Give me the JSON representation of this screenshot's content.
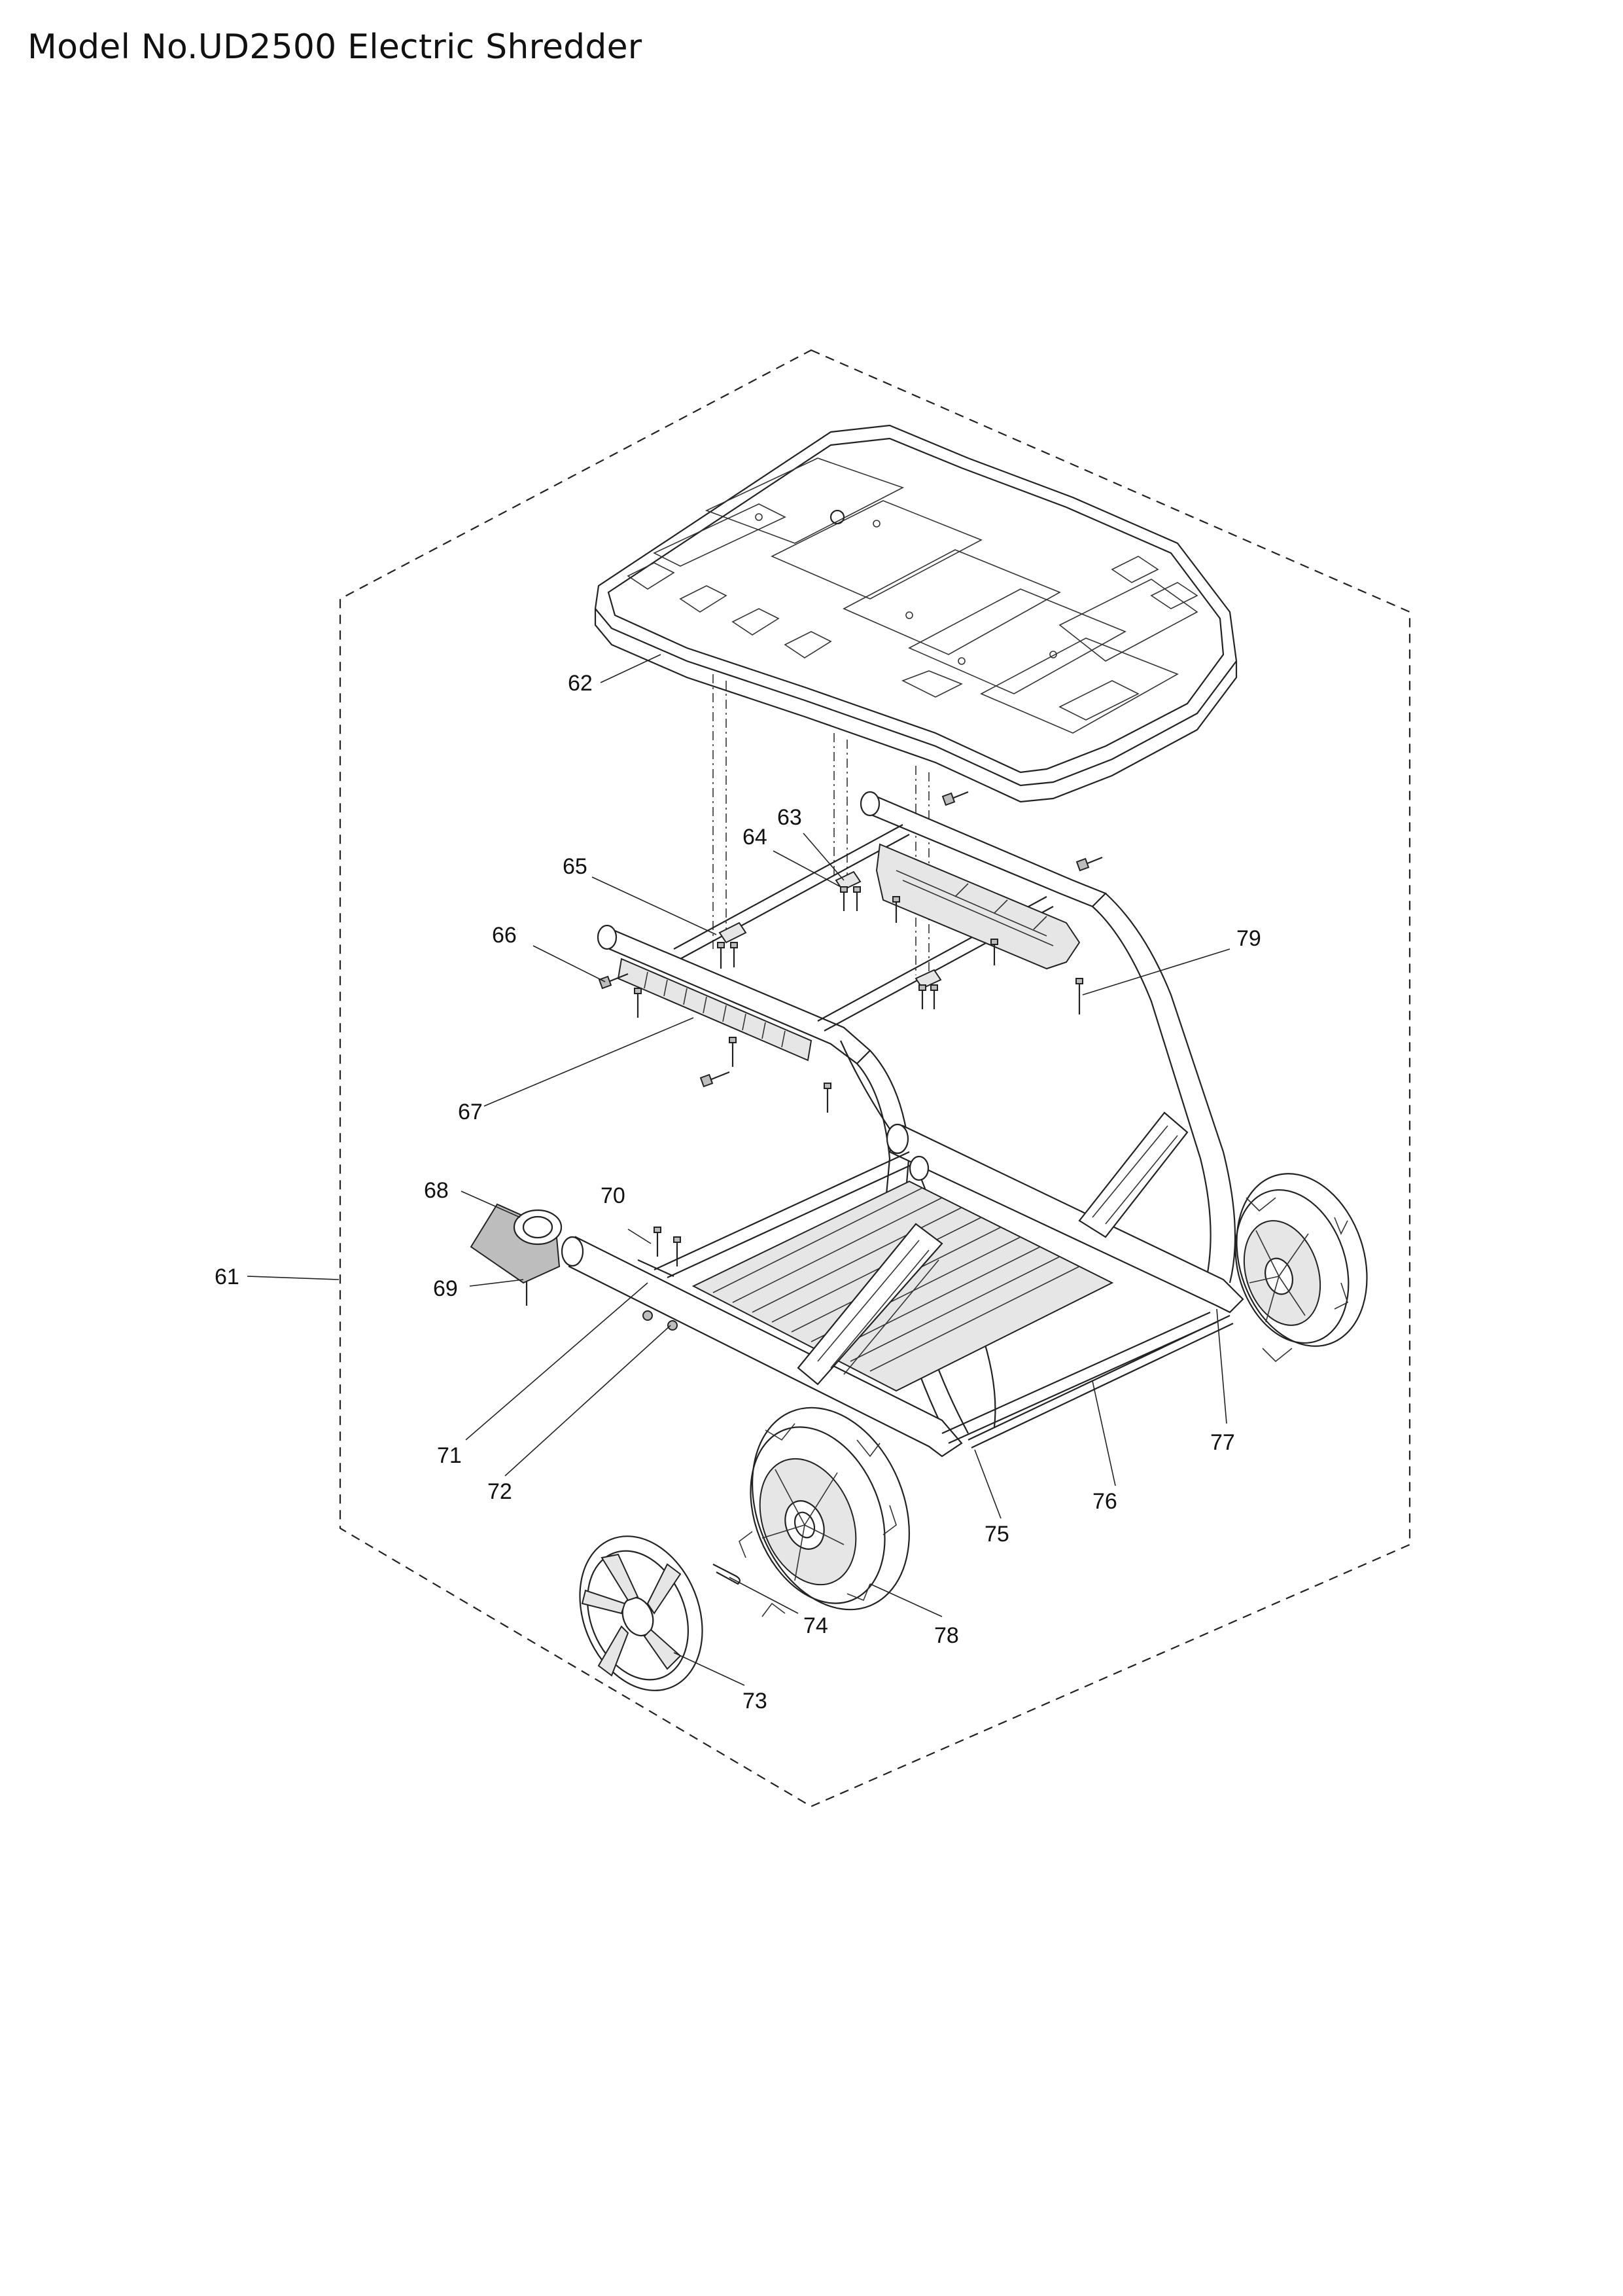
{
  "title": "Model No.UD2500 Electric Shredder",
  "callouts": {
    "c61": "61",
    "c62": "62",
    "c63": "63",
    "c64": "64",
    "c65": "65",
    "c66": "66",
    "c67": "67",
    "c68": "68",
    "c69": "69",
    "c70": "70",
    "c71": "71",
    "c72": "72",
    "c73": "73",
    "c74": "74",
    "c75": "75",
    "c76": "76",
    "c77": "77",
    "c78": "78",
    "c79": "79"
  }
}
